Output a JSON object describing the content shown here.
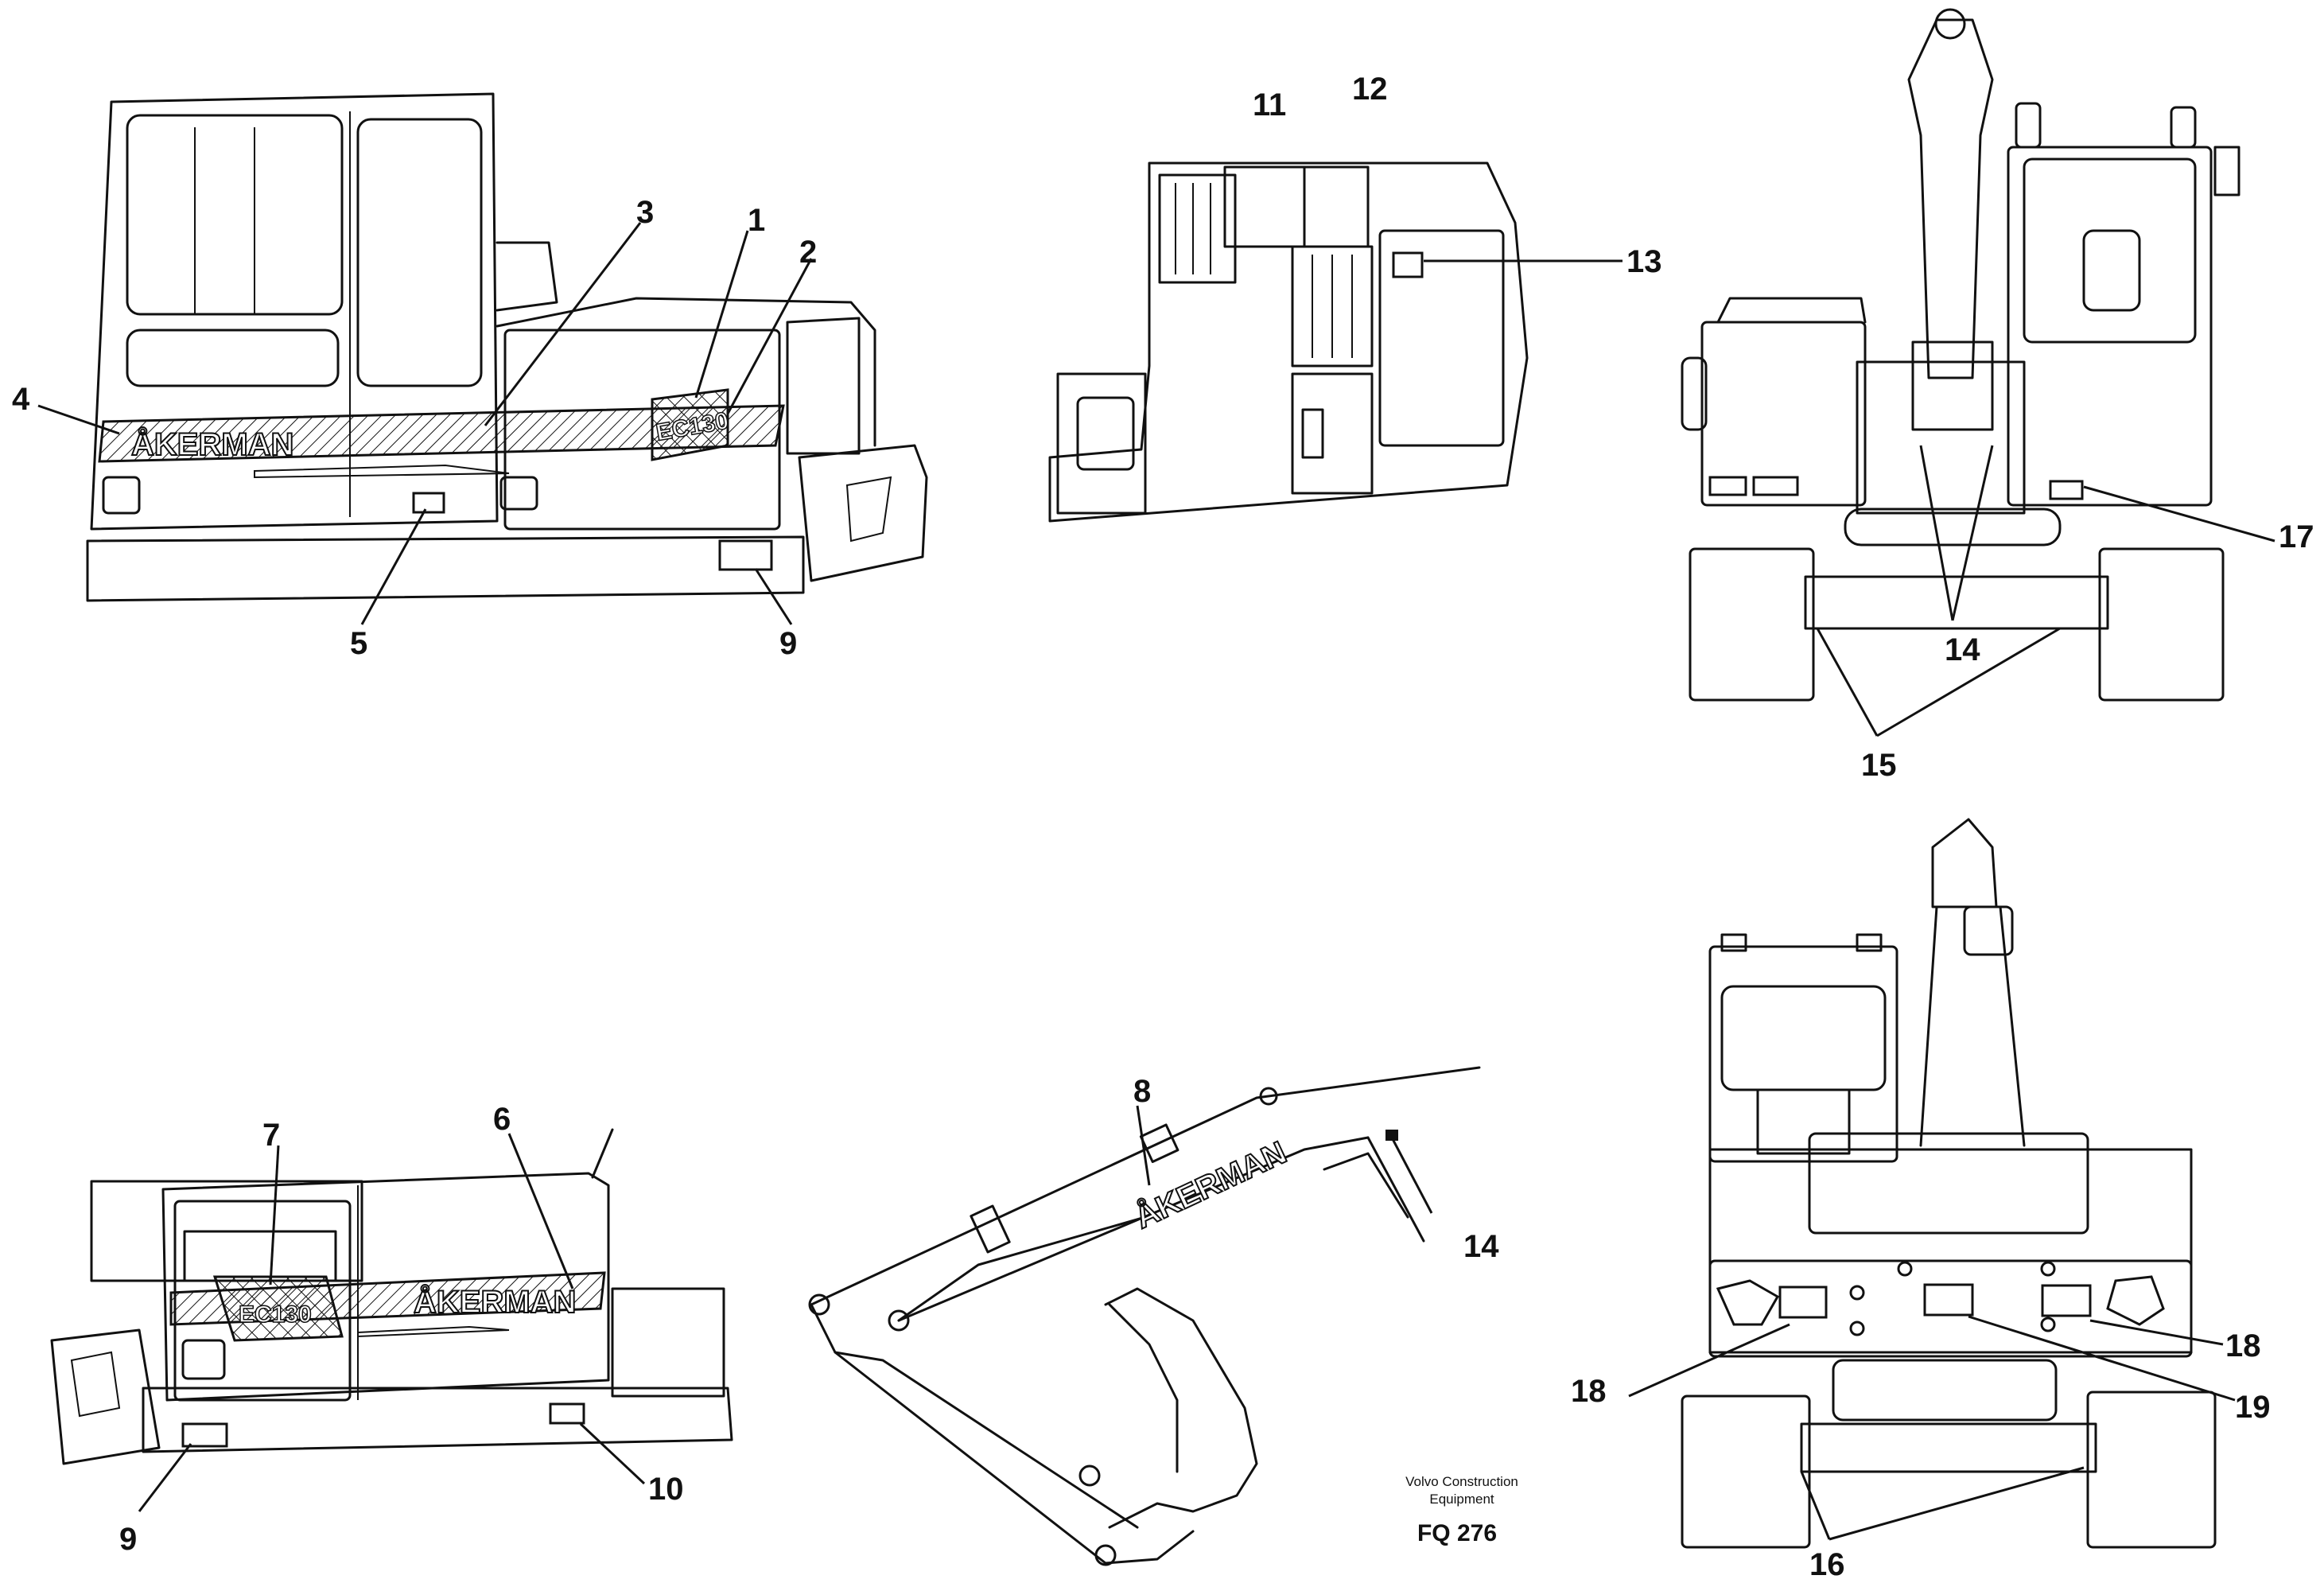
{
  "callouts": {
    "c1": "1",
    "c2": "2",
    "c3": "3",
    "c4": "4",
    "c5": "5",
    "c6": "6",
    "c7": "7",
    "c8": "8",
    "c9a": "9",
    "c9b": "9",
    "c10": "10",
    "c11": "11",
    "c12": "12",
    "c13": "13",
    "c14a": "14",
    "c14b": "14",
    "c15": "15",
    "c16": "16",
    "c17": "17",
    "c18a": "18",
    "c18b": "18",
    "c19": "19"
  },
  "decals": {
    "brand_left": "ÅKERMAN",
    "model_left": "EC130",
    "brand_right": "ÅKERMAN",
    "model_right": "EC130",
    "brand_boom": "ÅKERMAN"
  },
  "footer": {
    "company_line1": "Volvo Construction",
    "company_line2": "Equipment",
    "figure_code": "FQ 276"
  }
}
